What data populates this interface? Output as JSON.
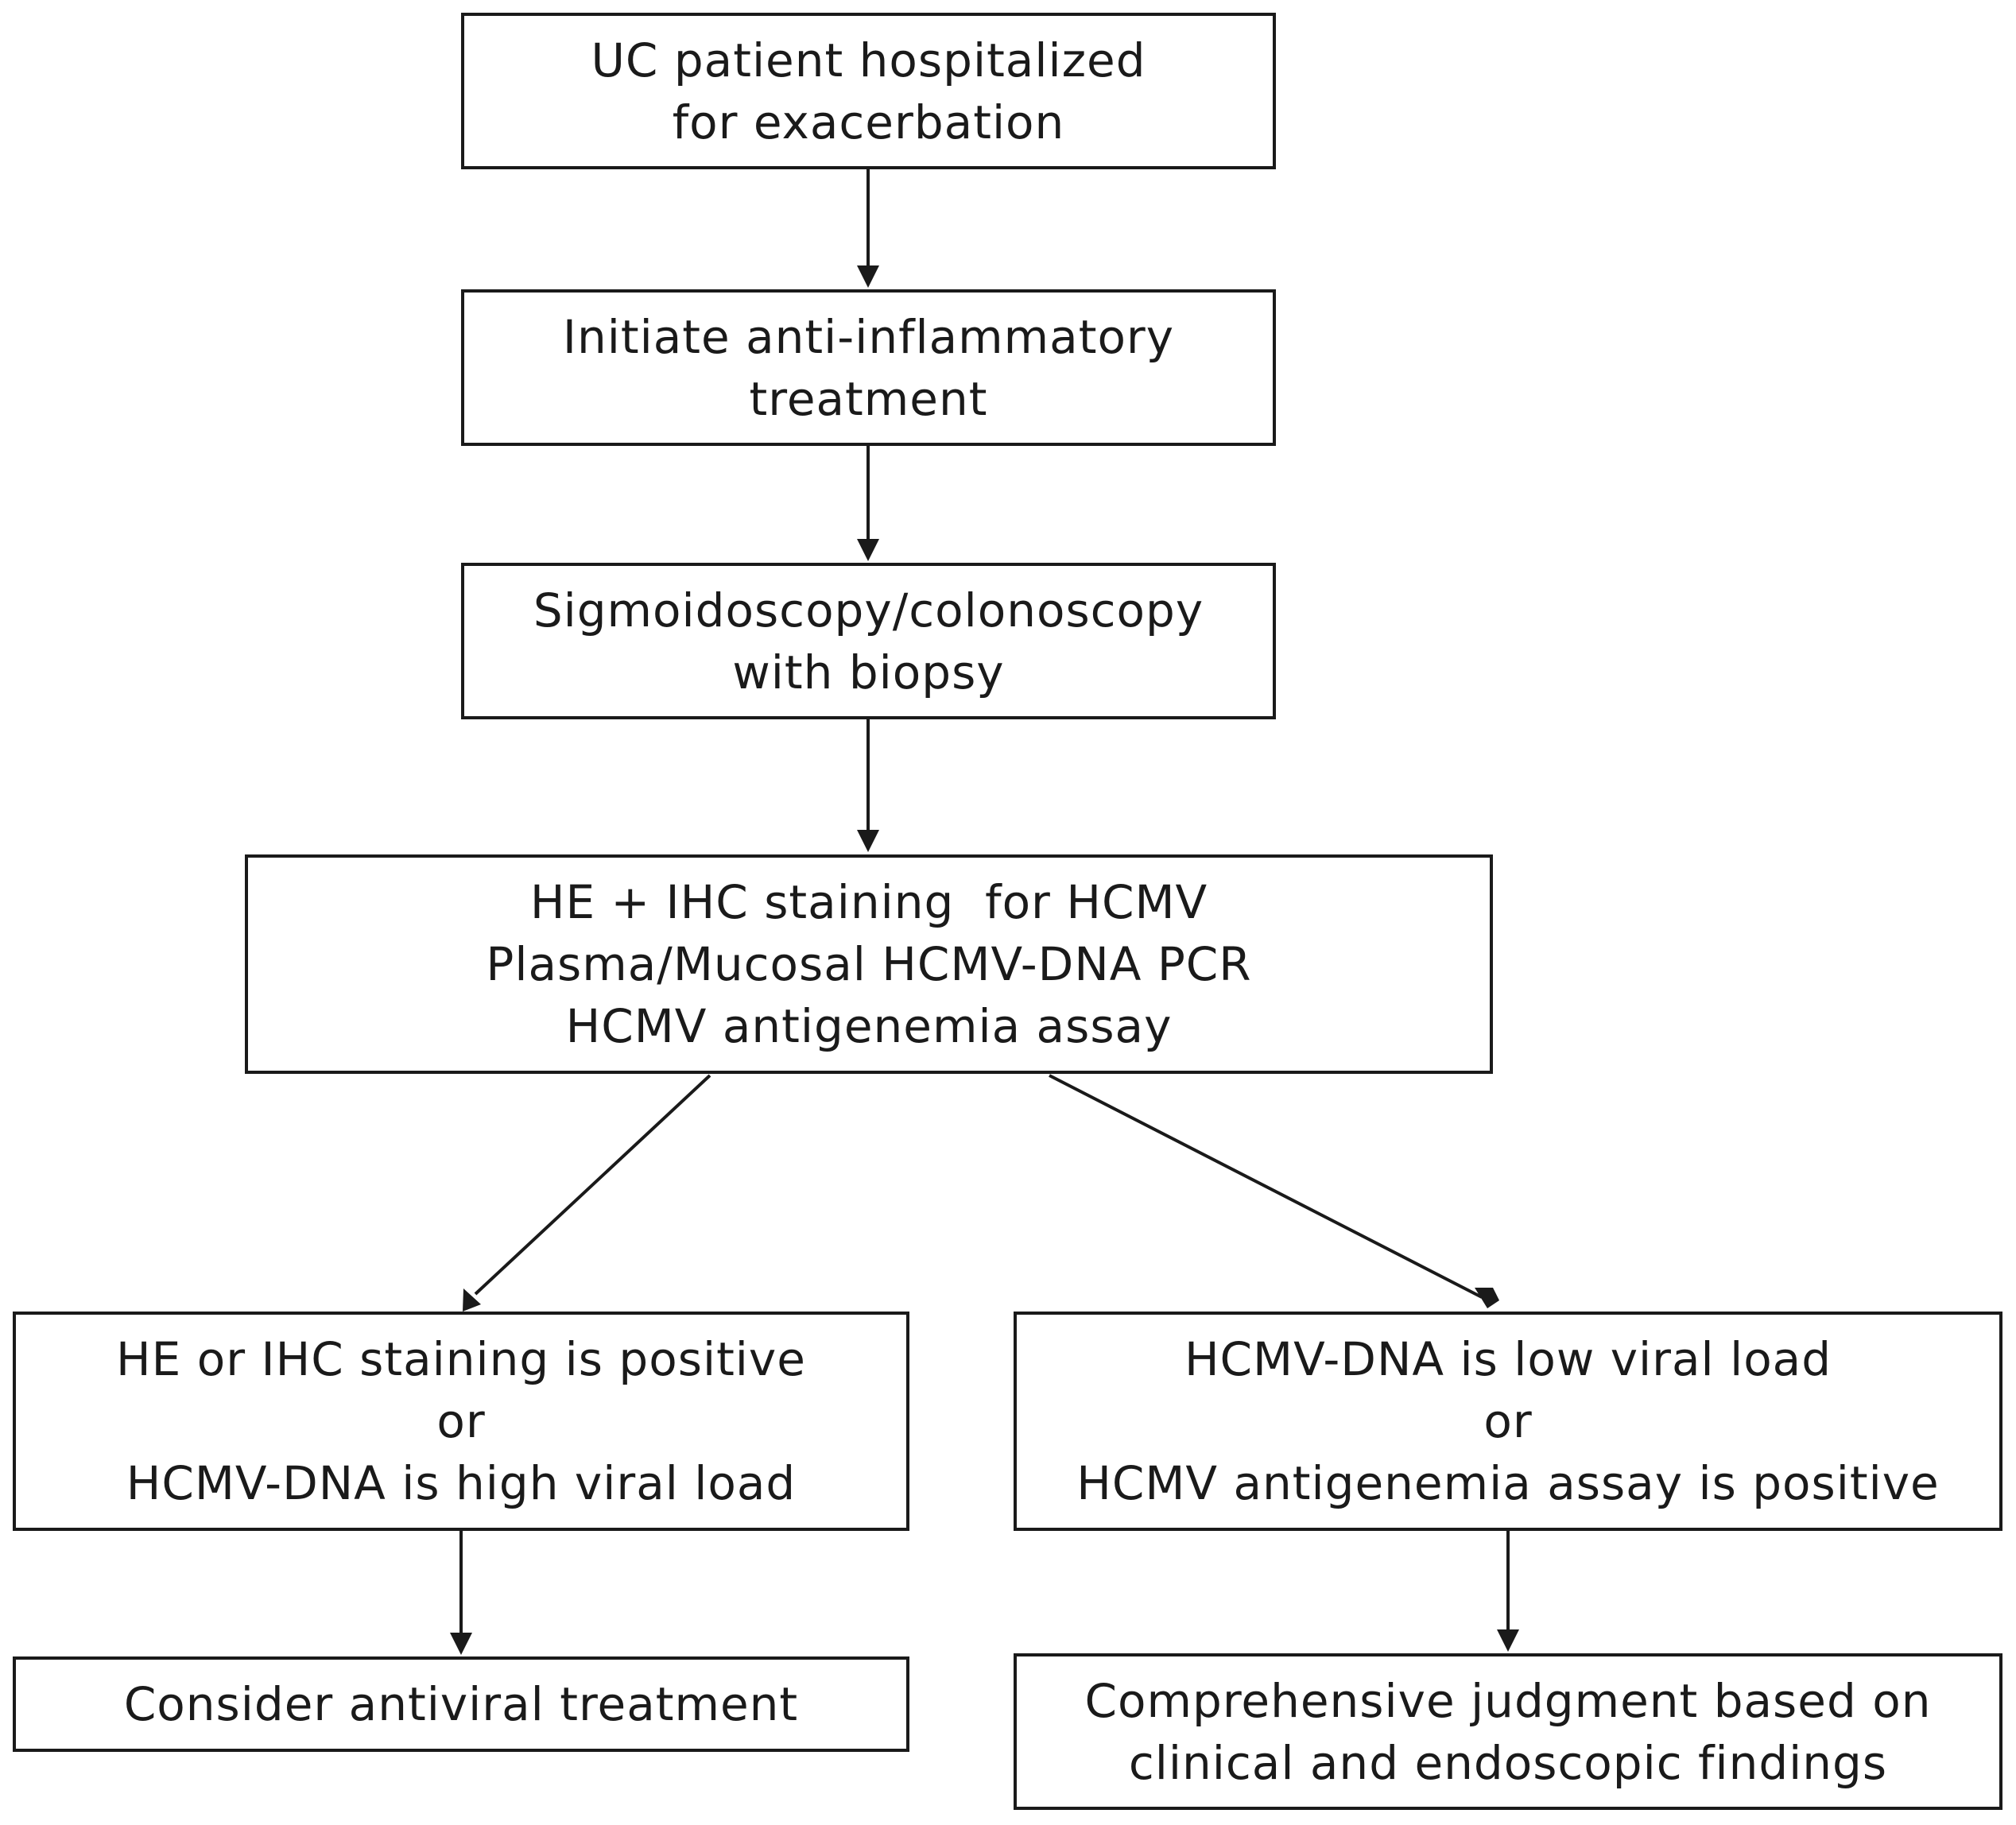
{
  "boxes": {
    "b1": [
      "UC patient hospitalized",
      "for exacerbation"
    ],
    "b2": [
      "Initiate anti-inflammatory",
      "treatment"
    ],
    "b3": [
      "Sigmoidoscopy/colonoscopy",
      "with biopsy"
    ],
    "b4": [
      "HE + IHC staining  for HCMV",
      "Plasma/Mucosal HCMV-DNA PCR",
      "HCMV antigenemia assay"
    ],
    "b5": [
      "HE or IHC staining is positive",
      "or",
      "HCMV-DNA is high viral load"
    ],
    "b6": [
      "HCMV-DNA is low viral load",
      "or",
      "HCMV antigenemia assay is positive"
    ],
    "b7": [
      "Consider antiviral treatment"
    ],
    "b8": [
      "Comprehensive judgment based on",
      "clinical and endoscopic findings"
    ]
  },
  "colors": {
    "stroke": "#1a1a1a",
    "background": "#ffffff"
  }
}
